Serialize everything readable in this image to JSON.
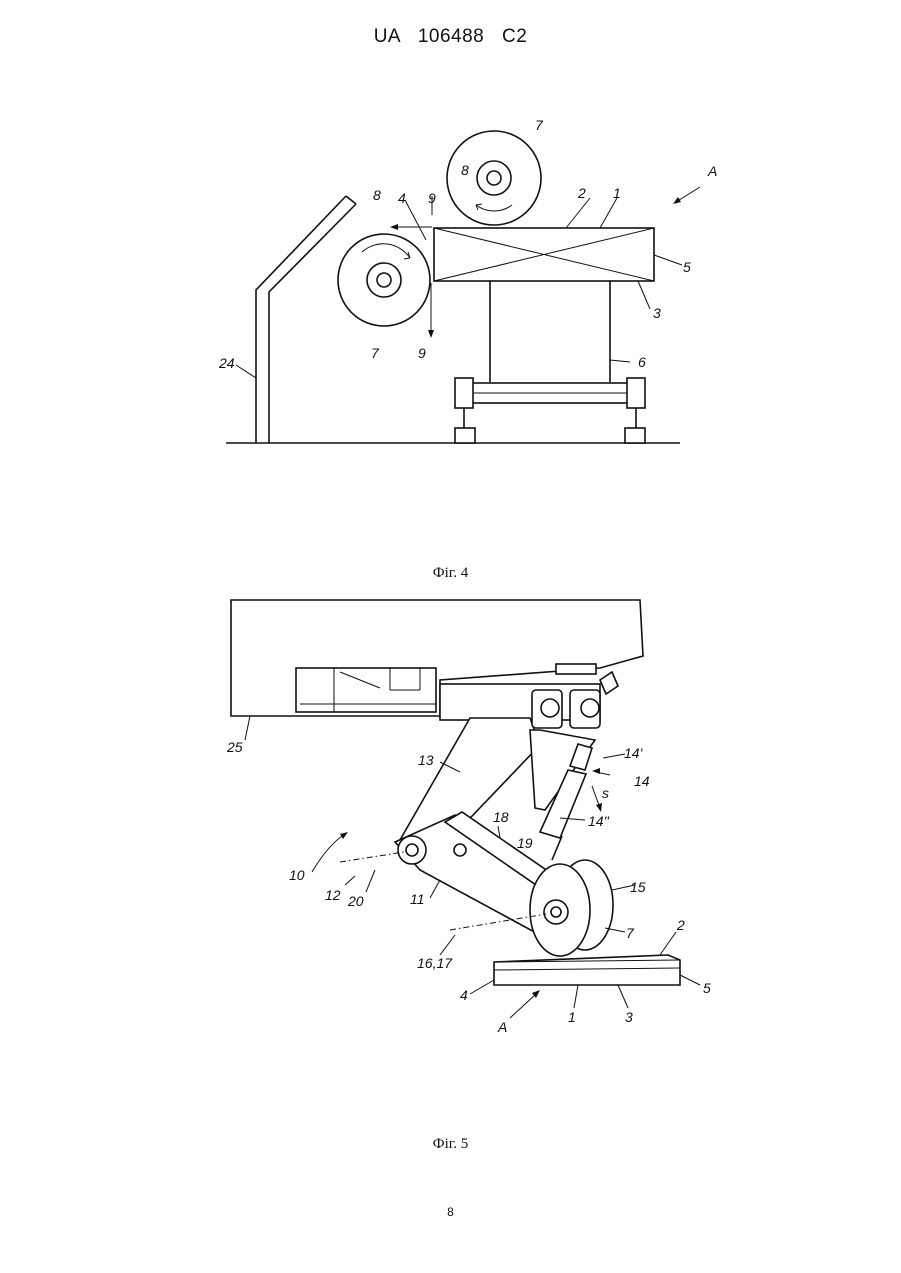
{
  "header": {
    "country": "UA",
    "number": "106488",
    "kind": "C2"
  },
  "fig4": {
    "caption": "Фіг. 4",
    "labels": {
      "l7_top": "7",
      "l8_top": "8",
      "lA": "A",
      "l8_left": "8",
      "l4": "4",
      "l9_top": "9",
      "l2": "2",
      "l1": "1",
      "l5": "5",
      "l3": "3",
      "l24": "24",
      "l7_left": "7",
      "l9_bottom": "9",
      "l6": "6"
    }
  },
  "fig5": {
    "caption": "Фіг. 5",
    "labels": {
      "l25": "25",
      "l13": "13",
      "l14p": "14'",
      "l14": "14",
      "ls": "s",
      "l18": "18",
      "l14pp": "14''",
      "l19": "19",
      "l10": "10",
      "l12": "12",
      "l20": "20",
      "l11": "11",
      "l15": "15",
      "l2": "2",
      "l7": "7",
      "l1617": "16,17",
      "l4": "4",
      "l5": "5",
      "lA": "A",
      "l1": "1",
      "l3": "3"
    }
  },
  "page_number": "8"
}
